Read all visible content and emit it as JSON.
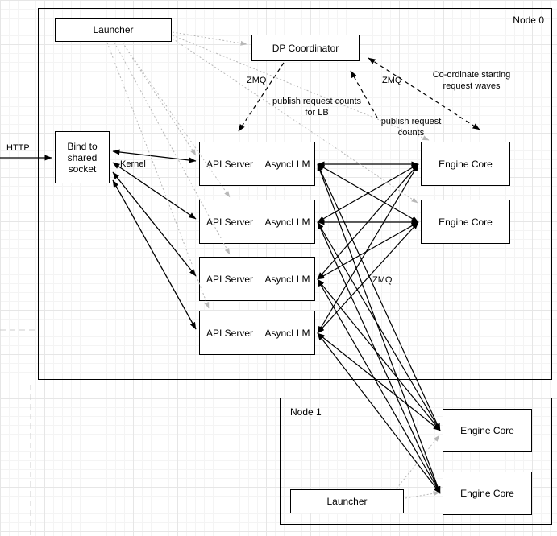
{
  "diagram": {
    "node0": {
      "title": "Node 0",
      "launcher_label": "Launcher",
      "dp_coordinator_label": "DP Coordinator",
      "bind_socket_label": "Bind to shared socket",
      "api_server_label": "API Server",
      "asyncllm_label": "AsyncLLM",
      "engine_core_label": "Engine Core",
      "api_server_row_count": 4,
      "engine_core_count": 2
    },
    "node1": {
      "title": "Node 1",
      "launcher_label": "Launcher",
      "engine_core_label": "Engine Core",
      "engine_core_count": 2
    },
    "edge_labels": {
      "http": "HTTP",
      "zmq_dp_left": "ZMQ",
      "zmq_dp_right": "ZMQ",
      "zmq_engines": "ZMQ",
      "kernel": "Kernel",
      "publish_request_counts_for_lb": "publish request counts for LB",
      "publish_request_counts": "publish request counts",
      "coordinate_starting_request_waves": "Co-ordinate starting request waves"
    },
    "colors": {
      "box_border": "#000000",
      "box_fill": "#ffffff",
      "solid_edge": "#000000",
      "dashed_edge": "#000000",
      "dotted_edge": "#b8b8b8"
    }
  }
}
